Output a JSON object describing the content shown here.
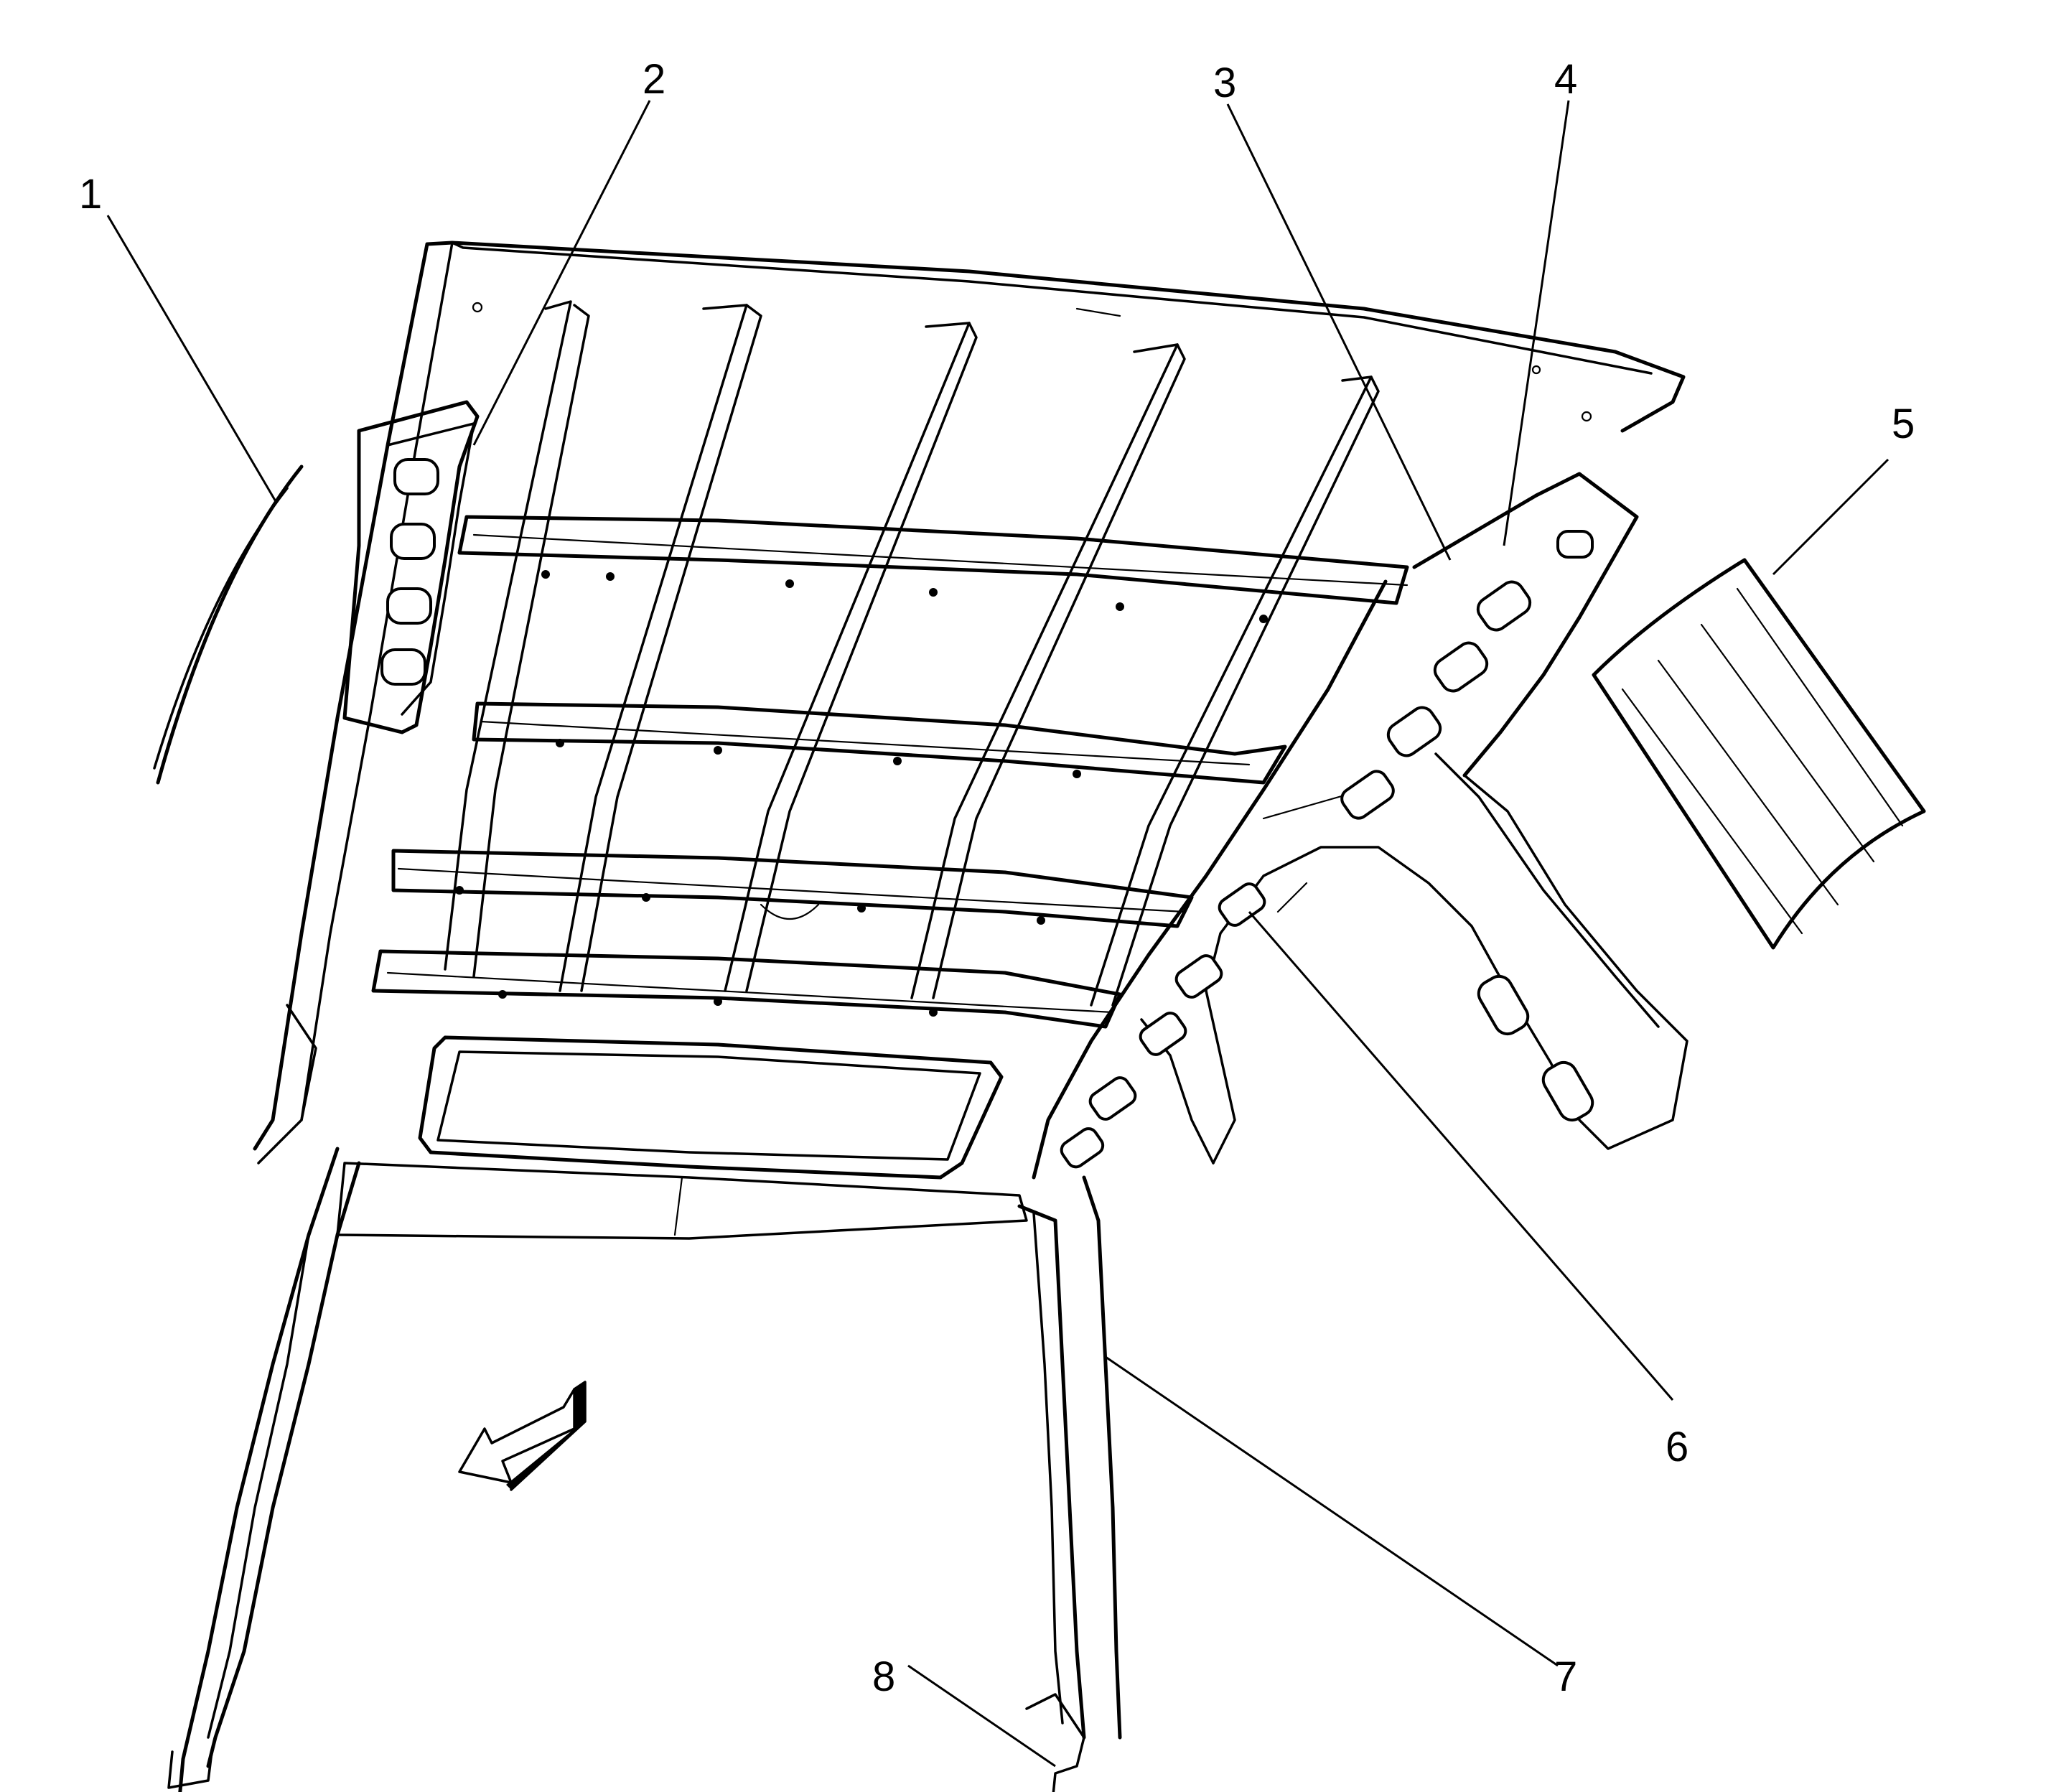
{
  "diagram": {
    "callouts": [
      {
        "id": "1",
        "label": "1"
      },
      {
        "id": "2",
        "label": "2"
      },
      {
        "id": "3",
        "label": "3"
      },
      {
        "id": "4",
        "label": "4"
      },
      {
        "id": "5",
        "label": "5"
      },
      {
        "id": "6",
        "label": "6"
      },
      {
        "id": "7",
        "label": "7"
      },
      {
        "id": "8",
        "label": "8"
      }
    ],
    "direction_arrow": {
      "icon": "forward-direction-arrow-icon"
    },
    "colors": {
      "line": "#000000",
      "background": "#ffffff"
    }
  }
}
